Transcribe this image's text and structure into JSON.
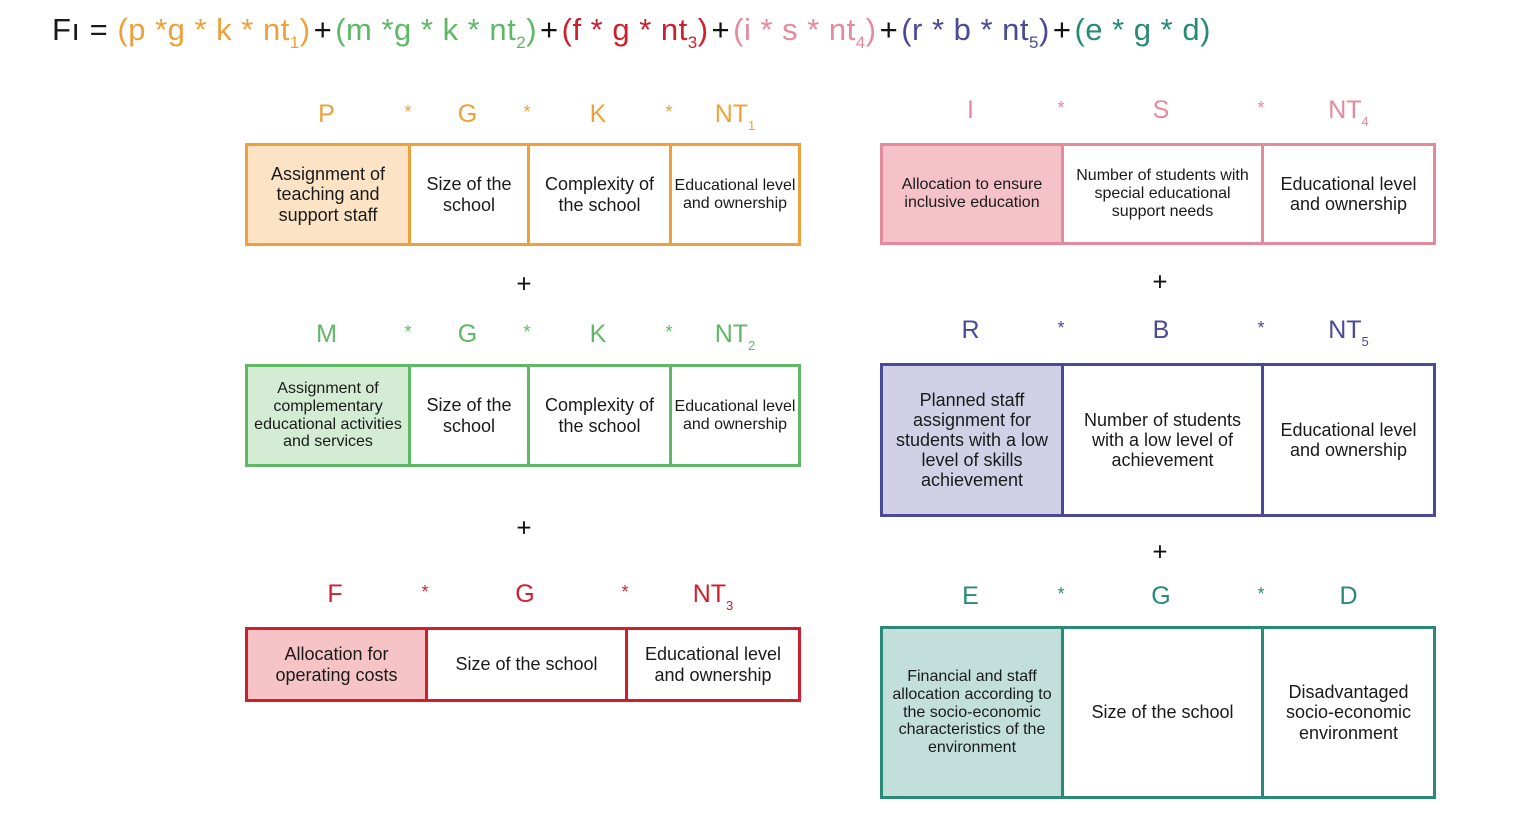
{
  "formula": {
    "lhs": "Fı =",
    "terms": [
      {
        "text": "(p *g * k * nt",
        "sub": "1",
        "close": ")",
        "color": "#eea13a"
      },
      {
        "text": "(m *g * k * nt",
        "sub": "2",
        "close": ")",
        "color": "#5fb866"
      },
      {
        "text": "(f * g * nt",
        "sub": "3",
        "close": ")",
        "color": "#cf1f2e"
      },
      {
        "text": "(i * s * nt",
        "sub": "4",
        "close": ")",
        "color": "#e58a9c"
      },
      {
        "text": "(r * b * nt",
        "sub": "5",
        "close": ")",
        "color": "#4a4a98"
      },
      {
        "text": "(e * g * d",
        "sub": "",
        "close": ")",
        "color": "#2a8a78"
      }
    ],
    "plus": "+"
  },
  "star": "*",
  "plus": "+",
  "groups": [
    {
      "color": "#eea13a",
      "fill": "#fde3c6",
      "terms": [
        {
          "symbol": "P",
          "sub": "",
          "description": "Assignment of teaching and support staff"
        },
        {
          "symbol": "G",
          "sub": "",
          "description": "Size of the school"
        },
        {
          "symbol": "K",
          "sub": "",
          "description": "Complexity of the school"
        },
        {
          "symbol": "NT",
          "sub": "1",
          "description": "Educational level and ownership"
        }
      ]
    },
    {
      "color": "#5fb866",
      "fill": "#d3ecd3",
      "terms": [
        {
          "symbol": "M",
          "sub": "",
          "description": "Assignment of complementary educational activities and services"
        },
        {
          "symbol": "G",
          "sub": "",
          "description": "Size of the school"
        },
        {
          "symbol": "K",
          "sub": "",
          "description": "Complexity of the school"
        },
        {
          "symbol": "NT",
          "sub": "2",
          "description": "Educational level and ownership"
        }
      ]
    },
    {
      "color": "#cf1f2e",
      "fill": "#f6c3c7",
      "terms": [
        {
          "symbol": "F",
          "sub": "",
          "description": "Allocation for operating costs"
        },
        {
          "symbol": "G",
          "sub": "",
          "description": "Size of the school"
        },
        {
          "symbol": "NT",
          "sub": "3",
          "description": "Educational level and ownership"
        }
      ]
    },
    {
      "color": "#e58a9c",
      "fill": "#f5c2ca",
      "terms": [
        {
          "symbol": "I",
          "sub": "",
          "description": "Allocation to ensure inclusive education"
        },
        {
          "symbol": "S",
          "sub": "",
          "description": "Number of students with special educational support needs"
        },
        {
          "symbol": "NT",
          "sub": "4",
          "description": "Educational level and ownership"
        }
      ]
    },
    {
      "color": "#4a4a98",
      "fill": "#d2d0e6",
      "terms": [
        {
          "symbol": "R",
          "sub": "",
          "description": "Planned staff assignment for students with a low level of skills achievement"
        },
        {
          "symbol": "B",
          "sub": "",
          "description": "Number of students with a low level of achievement"
        },
        {
          "symbol": "NT",
          "sub": "5",
          "description": "Educational level and ownership"
        }
      ]
    },
    {
      "color": "#2a8a78",
      "fill": "#c3dfdb",
      "terms": [
        {
          "symbol": "E",
          "sub": "",
          "description": "Financial and staff allocation according to the socio-economic characteristics of the environment"
        },
        {
          "symbol": "G",
          "sub": "",
          "description": "Size of the school"
        },
        {
          "symbol": "D",
          "sub": "",
          "description": "Disadvantaged socio-economic environment"
        }
      ]
    }
  ]
}
